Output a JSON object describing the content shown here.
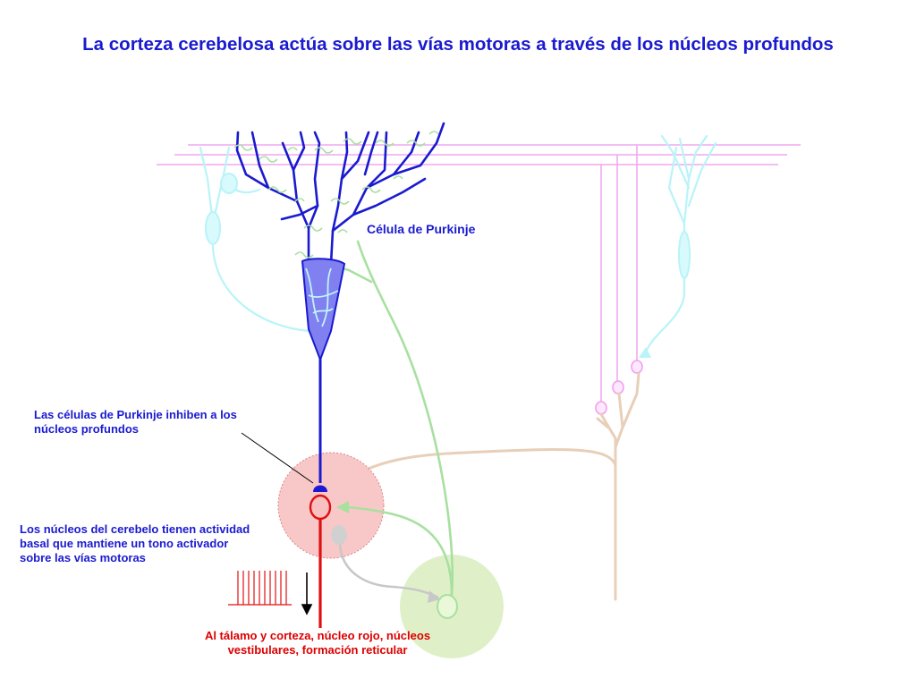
{
  "title": "La corteza cerebelosa actúa sobre las vías motoras a través de los núcleos profundos",
  "labels": {
    "purkinje": "Célula de Purkinje",
    "inhibit": "Las células de Purkinje inhiben a los núcleos profundos",
    "basal": "Los núcleos del cerebelo tienen actividad basal que mantiene un tono activador sobre las vías motoras",
    "output": "Al tálamo y corteza, núcleo rojo, núcleos vestibulares, formación reticular"
  },
  "colors": {
    "purkinje": "#1a1ad0",
    "deep_nucleus": "#e01010",
    "nucleus_field": "#f8c8c8",
    "granule_field": "#dff0c8",
    "mossy": "#a8e0a0",
    "parallel_fibers": "#f0a8f0",
    "climbing_fiber": "#e8cfb8",
    "golgi_cell": "#b8f4f8",
    "gray_interneuron": "#c8c8c8"
  }
}
